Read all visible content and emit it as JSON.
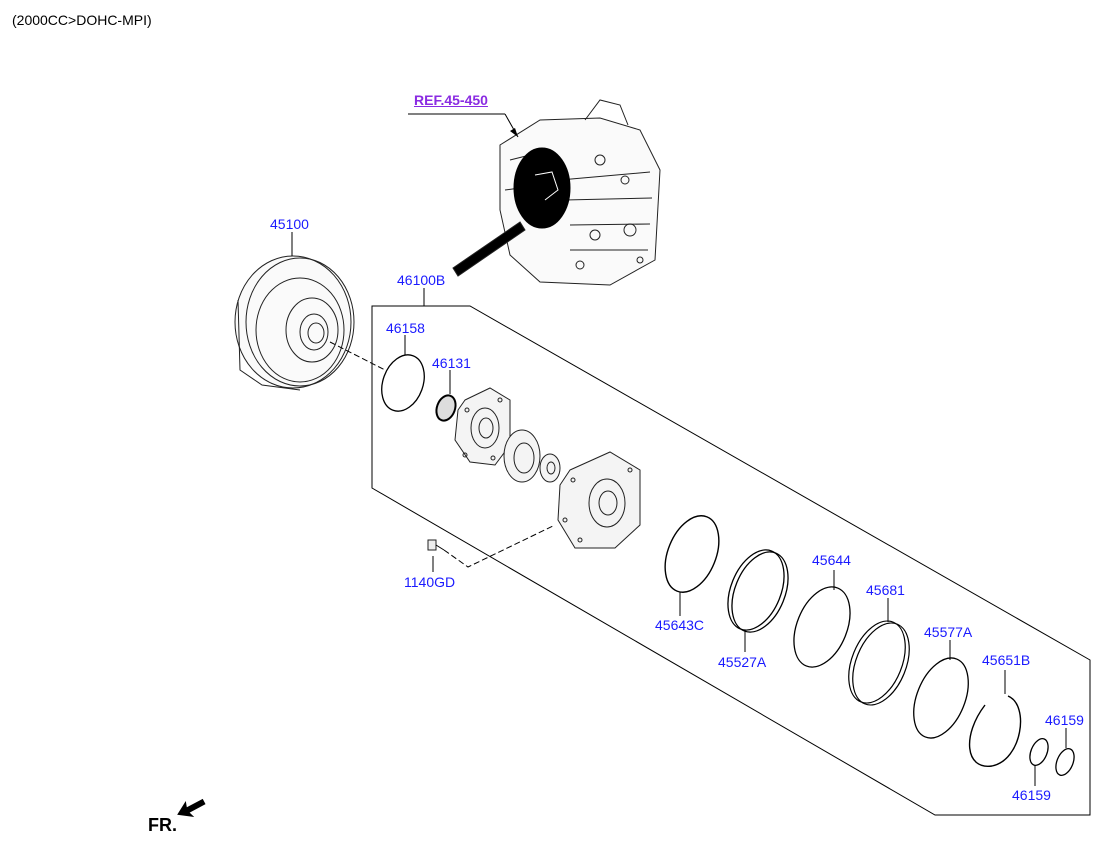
{
  "header": {
    "engine_spec": "(2000CC>DOHC-MPI)"
  },
  "reference": {
    "label": "REF.45-450"
  },
  "direction": {
    "label": "FR."
  },
  "parts": {
    "p45100": "45100",
    "p46100B": "46100B",
    "p46158": "46158",
    "p46131": "46131",
    "p1140GD": "1140GD",
    "p45643C": "45643C",
    "p45527A": "45527A",
    "p45644": "45644",
    "p45681": "45681",
    "p45577A": "45577A",
    "p45651B": "45651B",
    "p46159a": "46159",
    "p46159b": "46159"
  },
  "colors": {
    "label": "#1a1aff",
    "reference": "#8a2be2",
    "line": "#000000"
  }
}
